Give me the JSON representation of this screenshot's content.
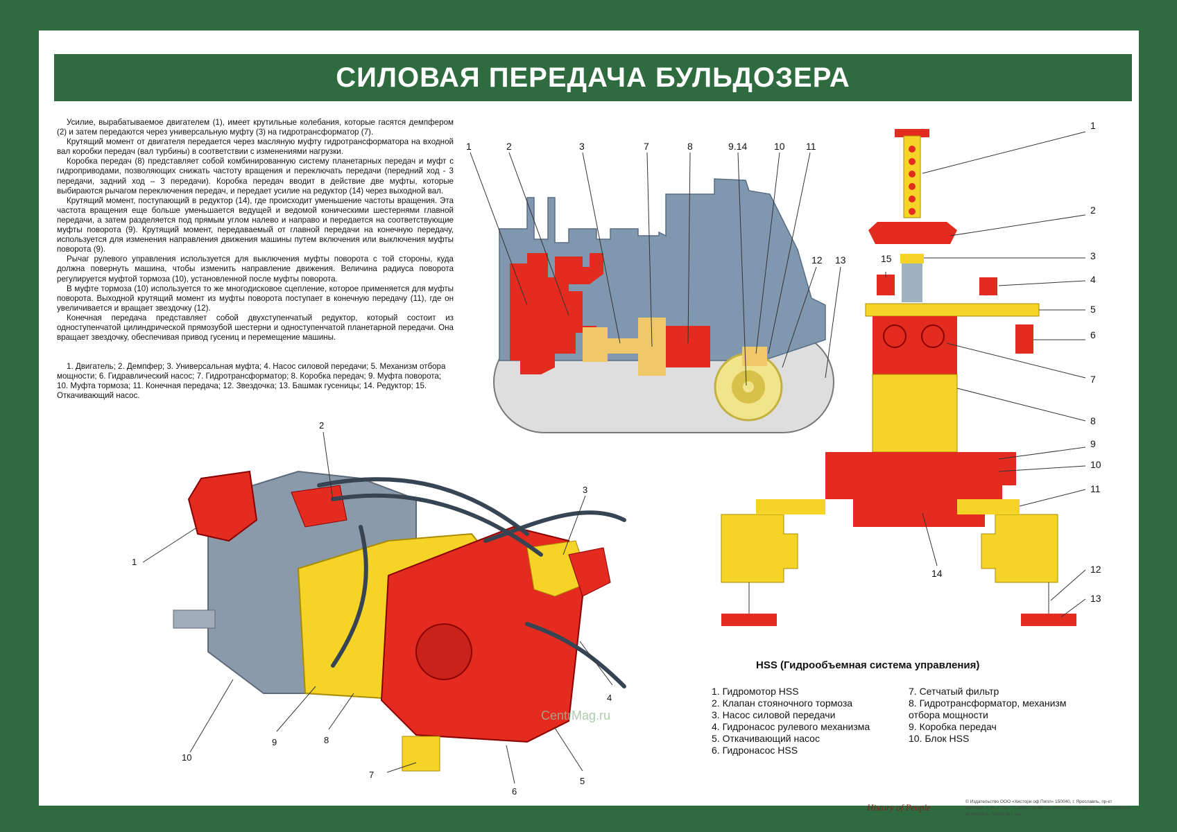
{
  "title": "СИЛОВАЯ ПЕРЕДАЧА БУЛЬДОЗЕРА",
  "description": [
    "Усилие, вырабатываемое двигателем (1), имеет крутильные колебания, которые гасятся демпфером (2) и затем передаются через универсальную муфту (3) на гидротрансформатор (7).",
    "Крутящий момент от двигателя передается через масляную муфту гидротрансформатора на входной вал коробки передач (вал турбины) в соответствии с изменениями нагрузки.",
    "Коробка передач (8) представляет собой комбинированную систему планетарных передач и муфт с гидроприводами, позволяющих снижать частоту вращения и переключать передачи (передний ход - 3 передачи, задний ход – 3 передачи). Коробка передач вводит в действие две муфты, которые выбираются рычагом переключения передач, и передает усилие на редуктор (14) через выходной вал.",
    "Крутящий момент, поступающий в редуктор (14), где происходит уменьшение частоты вращения. Эта частота вращения еще больше уменьшается ведущей и ведомой коническими шестернями главной передачи, а затем разделяется под прямым углом налево и направо и передается на соответствующие муфты поворота (9). Крутящий момент, передаваемый от главной передачи на конечную передачу, используется для изменения направления движения машины путем включения или выключения муфты поворота (9).",
    "Рычаг рулевого управления используется для выключения муфты поворота с той стороны, куда должна повернуть машина, чтобы изменить направление движения. Величина радиуса поворота регулируется муфтой тормоза (10), установленной после муфты поворота.",
    "В муфте тормоза (10) используется то же многодисковое сцепление, которое применяется для муфты поворота. Выходной крутящий момент из муфты поворота поступает в конечную передачу (11), где он увеличивается и вращает звездочку (12).",
    "Конечная передача представляет собой двухступенчатый редуктор, который состоит из одноступенчатой цилиндрической прямозубой шестерни и одноступенчатой планетарной передачи. Она вращает звездочку, обеспечивая привод гусениц и перемещение машины."
  ],
  "legend_main": "1. Двигатель; 2. Демпфер; 3. Универсальная муфта; 4. Насос силовой передачи; 5. Механизм отбора мощности; 6. Гидравлический насос; 7. Гидротрансформатор; 8. Коробка передач; 9. Муфта поворота; 10. Муфта тормоза; 11. Конечная передача; 12. Звездочка; 13. Башмак гусеницы; 14. Редуктор; 15. Откачивающий насос.",
  "side_view_labels": [
    "1",
    "2",
    "3",
    "7",
    "8",
    "9.14",
    "10",
    "11",
    "12",
    "13"
  ],
  "schematic_labels": [
    "1",
    "2",
    "3",
    "4",
    "5",
    "6",
    "7",
    "8",
    "9",
    "10",
    "11",
    "12",
    "13",
    "14",
    "15"
  ],
  "assembly_labels": [
    "1",
    "2",
    "3",
    "4",
    "5",
    "6",
    "7",
    "8",
    "9",
    "10"
  ],
  "hss": {
    "title": "HSS (Гидрообъемная система управления)",
    "col1": [
      "1. Гидромотор HSS",
      "2. Клапан стояночного тормоза",
      "3. Насос силовой передачи",
      "4. Гидронасос рулевого механизма",
      "5. Откачивающий насос",
      "6. Гидронасос HSS"
    ],
    "col2": [
      "7. Сетчатый фильтр",
      "8. Гидротрансформатор, механизм",
      "отбора мощности",
      "9. Коробка передач",
      "10. Блок HSS"
    ]
  },
  "watermark": "CentrMag.ru",
  "publisher_logo": "History of People",
  "publisher_info": "© Издательство ООО «Хистори оф Пипл» 150040, г. Ярославль, пр-кт Октября, д. 55 а Тел: +7 (4852) 26-65-08, www.history-of-people.ru, mail@history-of-people.ru Тираж 300 экз.",
  "colors": {
    "frame": "#2e6b3f",
    "red": "#e32b1f",
    "yellow": "#f5d327",
    "grey": "#7f8fa3",
    "track": "#d5d5d5"
  }
}
